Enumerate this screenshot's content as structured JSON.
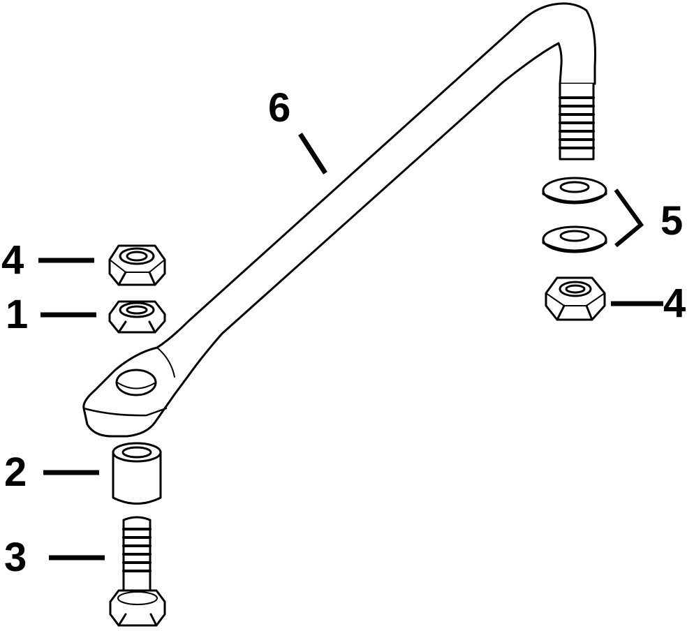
{
  "callouts": {
    "part_1": "1",
    "part_2": "2",
    "part_3": "3",
    "part_4_left": "4",
    "part_4_right": "4",
    "part_5": "5",
    "part_6": "6"
  }
}
